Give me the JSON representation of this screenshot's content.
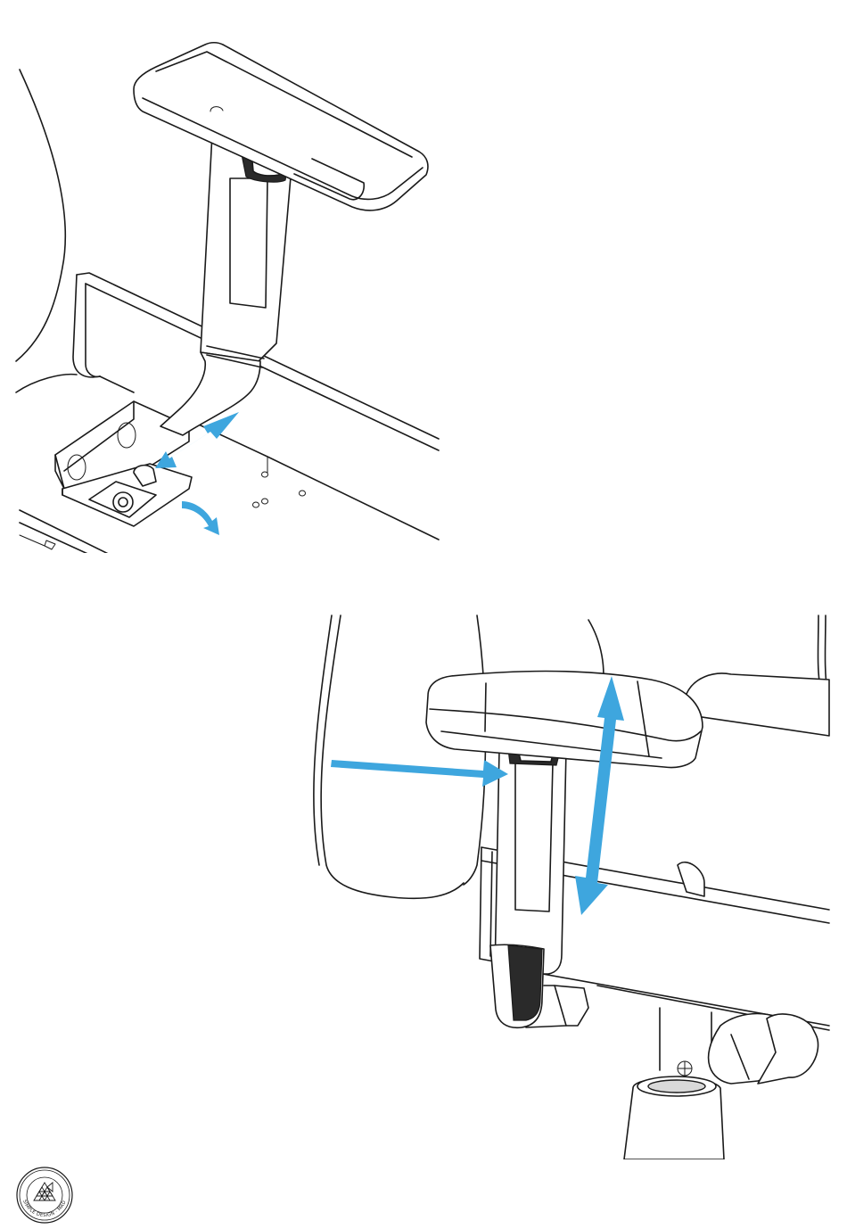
{
  "figures": [
    {
      "id": "figure-top",
      "subject": "armrest-depth-and-width-adjustment"
    },
    {
      "id": "figure-bottom",
      "subject": "armrest-height-adjustment"
    }
  ],
  "colors": {
    "line": "#1a1a1a",
    "arrow": "#3ea6de",
    "background": "#ffffff"
  },
  "logo": {
    "icon": "triangle-mark-seal-icon",
    "text": "SIMPLE DESIGN · MADE IN GERMANY"
  }
}
